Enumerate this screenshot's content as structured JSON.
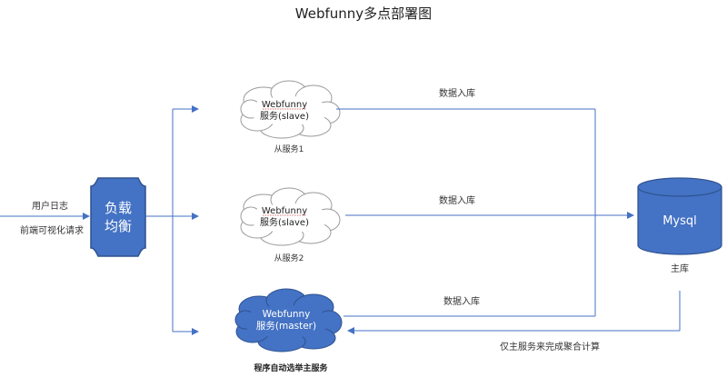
{
  "title": "Webfunny多点部署图",
  "input": {
    "line1": "用户日志",
    "line2": "前端可视化请求"
  },
  "load_balancer": {
    "line1": "负载",
    "line2": "均衡",
    "color": "#4472C4"
  },
  "slave1": {
    "line1": "Webfunny",
    "line2": "服务(slave)",
    "caption": "从服务1"
  },
  "slave2": {
    "line1": "Webfunny",
    "line2": "服务(slave)",
    "caption": "从服务2"
  },
  "master": {
    "line1": "Webfunny",
    "line2": "服务(master)",
    "caption": "程序自动选举主服务",
    "color": "#4472C4"
  },
  "database": {
    "label": "Mysql",
    "caption": "主库",
    "color": "#4472C4"
  },
  "edges": {
    "write1": "数据入库",
    "write2": "数据入库",
    "write3": "数据入库",
    "aggregate": "仅主服务来完成聚合计算"
  },
  "colors": {
    "arrow": "#4472C4",
    "text": "#333333",
    "cloud_stroke": "#9a9a9a"
  }
}
